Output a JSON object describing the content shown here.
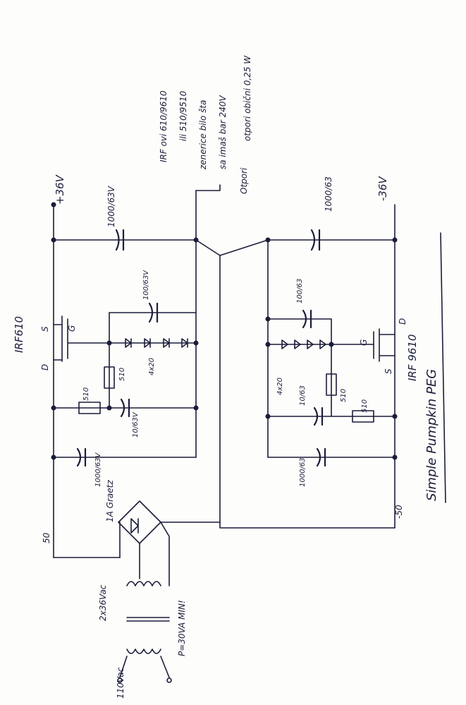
{
  "title": "Simple Pumpkin PEG",
  "notes": [
    "IRF ovi 610/9610",
    "ili 510/9510",
    "zenerice bilo šta",
    "sa imaš bar 240V",
    "otpori obični 0,25 W"
  ],
  "notes_header": "Otpori",
  "rails": {
    "pos": "+36V",
    "neg": "-36V",
    "neg_bottom": "-50",
    "pos_bottom": "50"
  },
  "components": {
    "q1": "IRF610",
    "q2": "IRF 9610",
    "c_pos": "1000/63V",
    "c_pos2": "100/63V",
    "c_pos3": "10/63V",
    "c_pos4": "1000/63V",
    "z_pos": "4x20",
    "r1": "510",
    "r2": "510",
    "c_neg": "1000/63",
    "c_neg2": "100/63",
    "c_neg3": "10/63",
    "c_neg4": "1000/63",
    "z_neg": "4x20",
    "r3": "510",
    "r4": "510",
    "bridge": "1A Graetz",
    "trafo_sec": "2x36Vac",
    "trafo_pri": "110Vac",
    "trafo_power": "P=30VA MIN!"
  },
  "pins": {
    "s": "S",
    "g": "G",
    "d": "D"
  }
}
